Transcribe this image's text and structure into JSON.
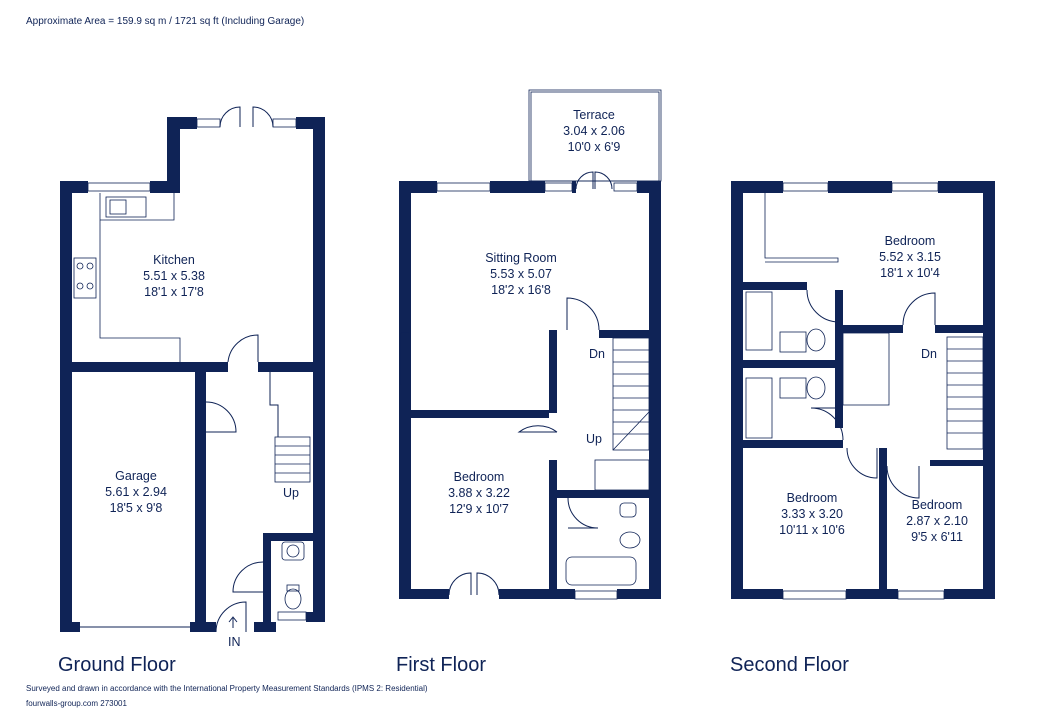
{
  "header": {
    "area": "Approximate Area = 159.9 sq m / 1721 sq ft (Including Garage)"
  },
  "footer": {
    "standards": "Surveyed and drawn in accordance with the International Property Measurement Standards (IPMS 2: Residential)",
    "ref": "fourwalls-group.com 273001"
  },
  "floors": {
    "ground": "Ground Floor",
    "first": "First Floor",
    "second": "Second Floor"
  },
  "rooms": {
    "kitchen": {
      "name": "Kitchen",
      "metric": "5.51 x 5.38",
      "imperial": "18'1 x 17'8"
    },
    "garage": {
      "name": "Garage",
      "metric": "5.61 x 2.94",
      "imperial": "18'5 x 9'8"
    },
    "terrace": {
      "name": "Terrace",
      "metric": "3.04 x 2.06",
      "imperial": "10'0 x 6'9"
    },
    "sitting": {
      "name": "Sitting Room",
      "metric": "5.53 x 5.07",
      "imperial": "18'2 x 16'8"
    },
    "bed1": {
      "name": "Bedroom",
      "metric": "3.88 x 3.22",
      "imperial": "12'9 x 10'7"
    },
    "bed2": {
      "name": "Bedroom",
      "metric": "5.52 x 3.15",
      "imperial": "18'1 x 10'4"
    },
    "bed3": {
      "name": "Bedroom",
      "metric": "3.33 x 3.20",
      "imperial": "10'11 x 10'6"
    },
    "bed4": {
      "name": "Bedroom",
      "metric": "2.87 x 2.10",
      "imperial": "9'5 x 6'11"
    }
  },
  "stairs": {
    "up": "Up",
    "down": "Dn"
  },
  "entrance": "IN",
  "colors": {
    "wall": "#0f2356",
    "background": "#ffffff"
  }
}
